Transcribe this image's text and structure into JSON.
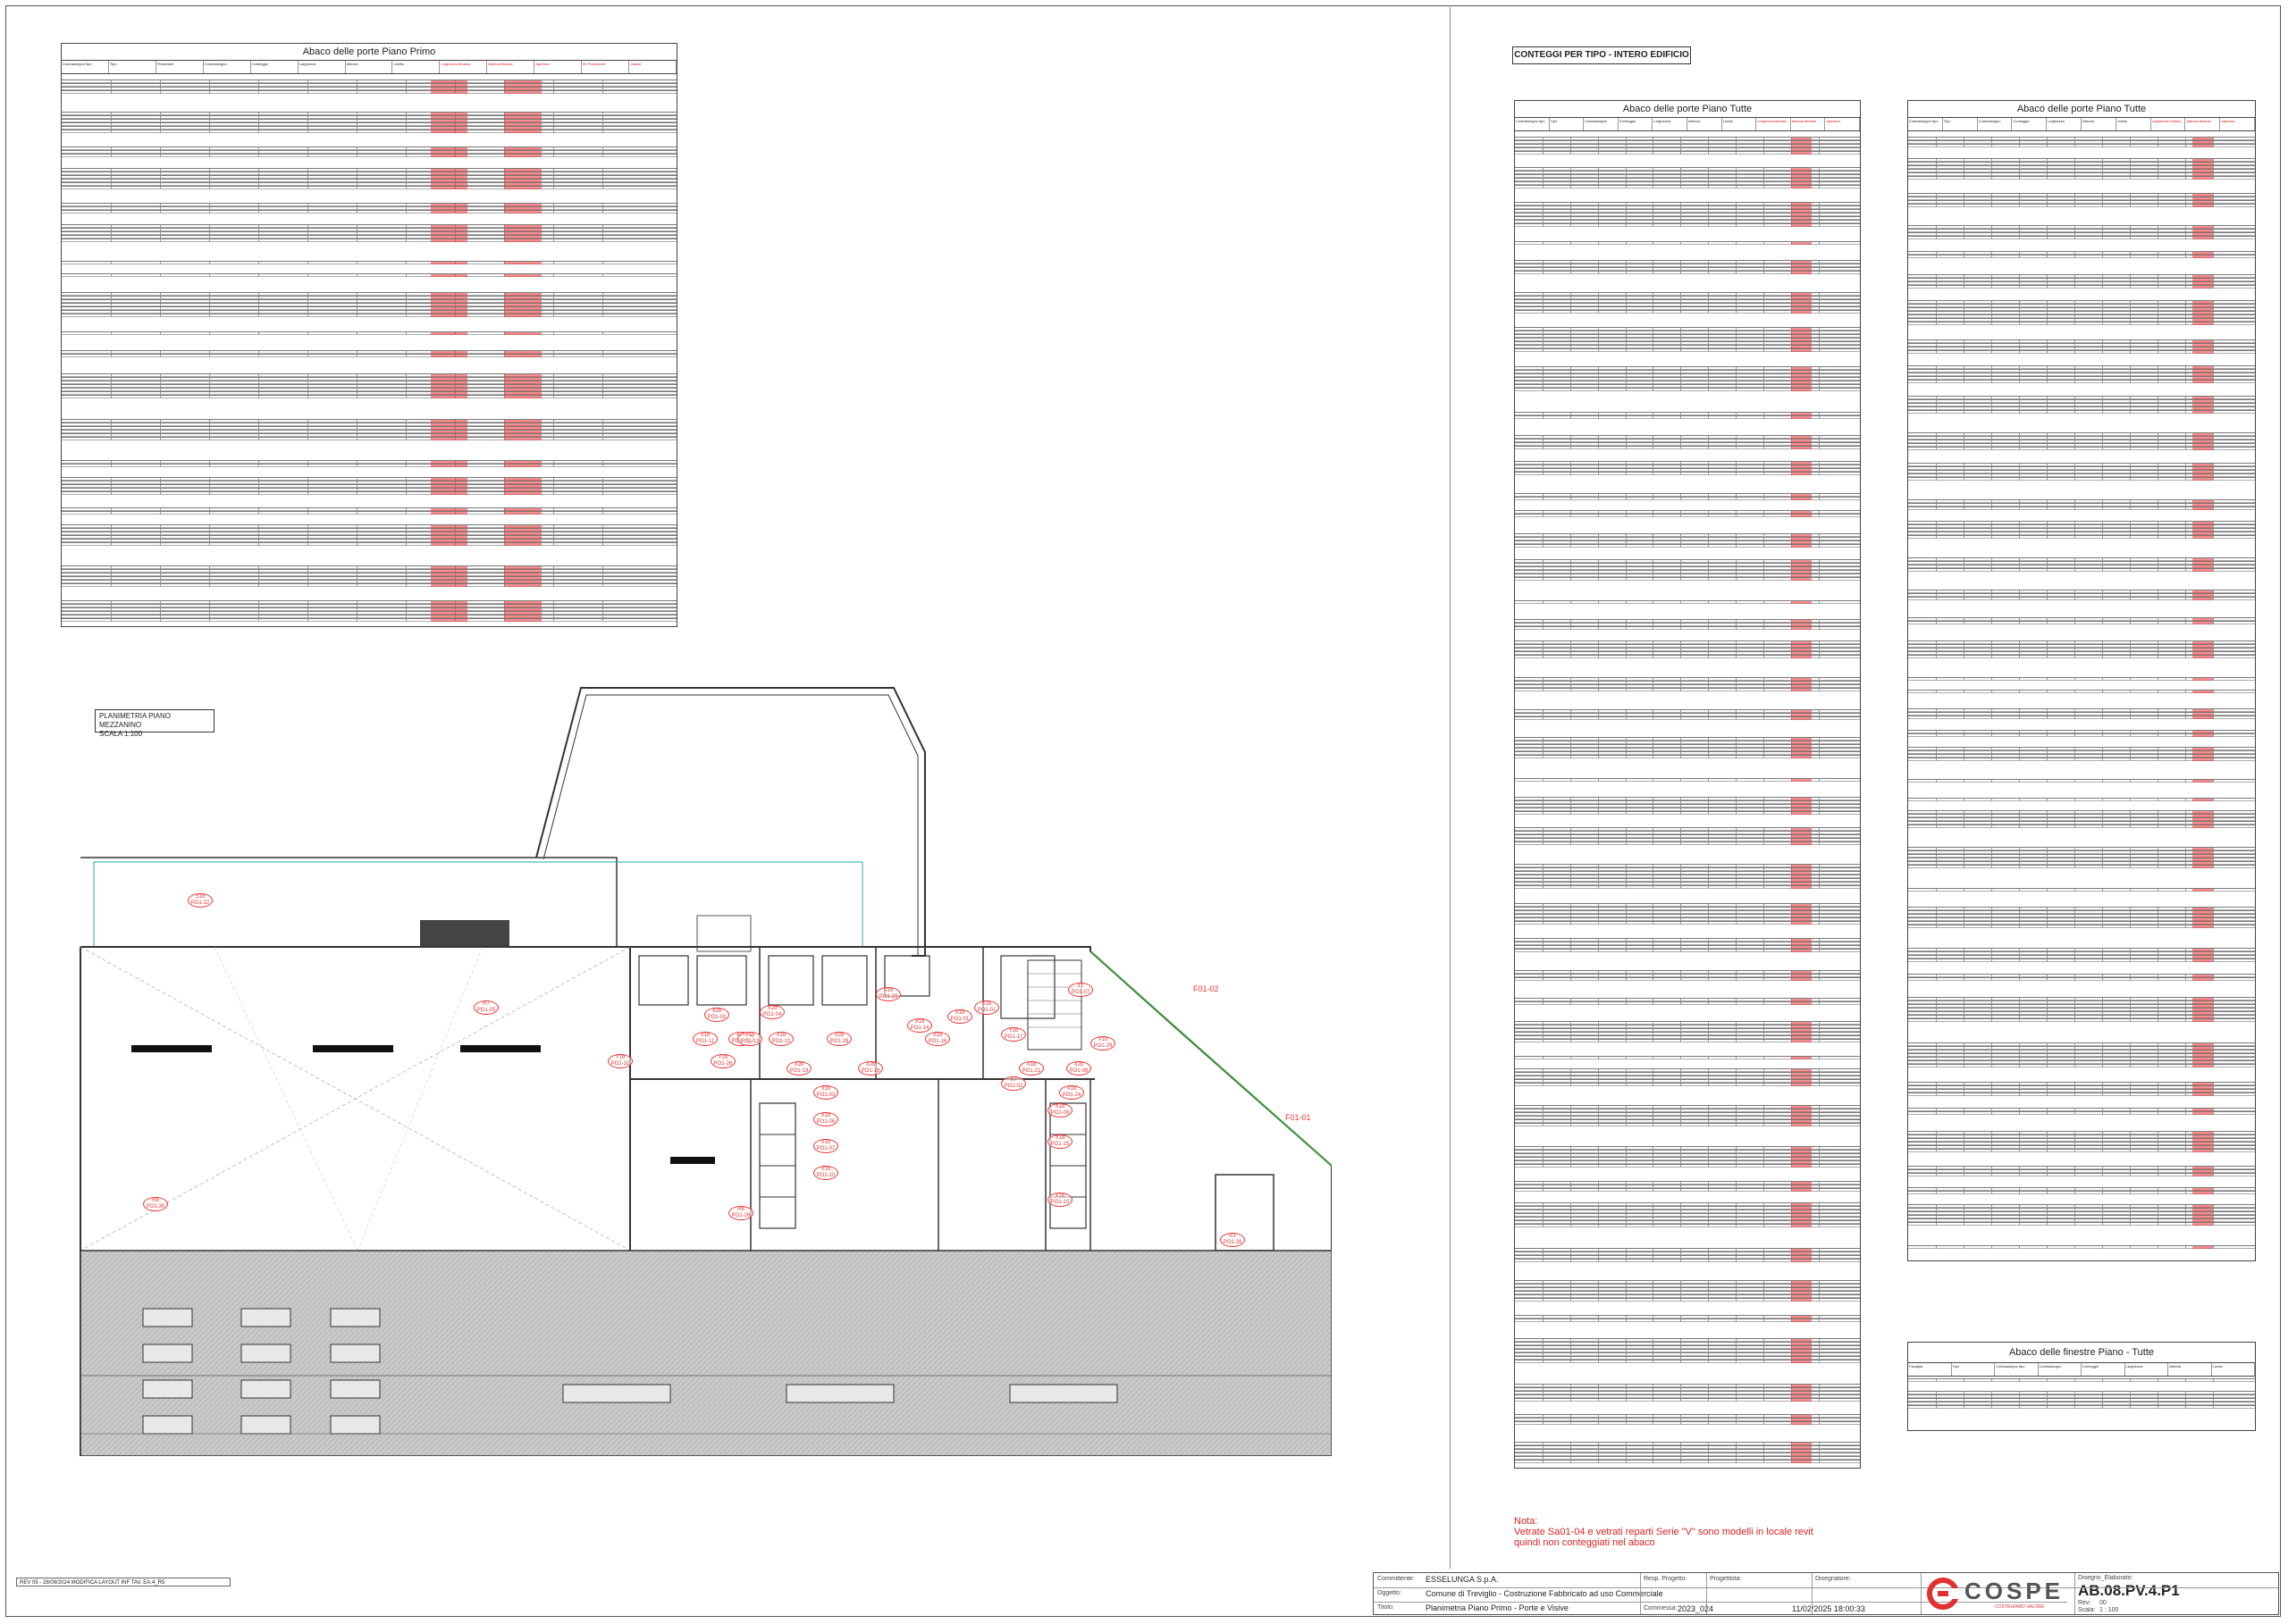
{
  "sheet": {
    "schedule_primo_title": "Abaco delle porte Piano Primo",
    "schedule_tutte_title_left": "Abaco delle porte Piano Tutte",
    "schedule_tutte_title_right": "Abaco delle porte Piano Tutte",
    "schedule_finestre_title": "Abaco delle finestre Piano - Tutte",
    "conteggi_heading": "CONTEGGI PER TIPO -  INTERO EDIFICIO",
    "plan_title_line1": "PLANIMETRIA PIANO MEZZANINO",
    "plan_title_line2": "SCALA 1:100"
  },
  "schedule_headers": {
    "primo": [
      "Contrassegno tipo",
      "Tipo",
      "Produttore",
      "Contrassegno",
      "Conteggio",
      "Larghezza",
      "Altezza",
      "Livello",
      "Larghezza Modulo",
      "Altezza Modulo",
      "Apertura",
      "Bl. Protezione",
      "Classe"
    ],
    "tutte": [
      "Contrassegno tipo",
      "Tipo",
      "Contrassegno",
      "Conteggio",
      "Larghezza",
      "Altezza",
      "Livello",
      "Larghezza Modulo",
      "Altezza Modulo",
      "Apertura"
    ],
    "finestre": [
      "Famiglia",
      "Tipo",
      "Contrassegno tipo",
      "Contrassegno",
      "Conteggio",
      "Larghezza",
      "Altezza",
      "Livello"
    ]
  },
  "note": {
    "label": "Nota:",
    "text": "Vetrate Sa01-04  e vetrati reparti Serie \"V\" sono modelli in locale revit quindi non conteggiati nel abaco"
  },
  "plan_tags": [
    {
      "top": "X1b",
      "bottom": "PO1-01"
    },
    {
      "top": "X1b",
      "bottom": "PO1-01"
    },
    {
      "top": "X2b",
      "bottom": "PO1-02"
    },
    {
      "top": "X1b",
      "bottom": "PO1-11"
    },
    {
      "top": "X2c",
      "bottom": "PO1-05"
    },
    {
      "top": "X2b",
      "bottom": "PO1-04"
    },
    {
      "top": "X1b",
      "bottom": "PO1-13"
    },
    {
      "top": "X1b",
      "bottom": "PO1-12"
    },
    {
      "top": "X1b",
      "bottom": "PO1-14"
    },
    {
      "top": "X1b",
      "bottom": "PO1-16"
    },
    {
      "top": "Y1b",
      "bottom": "PO1-31"
    },
    {
      "top": "Y2b",
      "bottom": "PO1-26"
    },
    {
      "top": "X2b",
      "bottom": "PO1-19"
    },
    {
      "top": "X2b",
      "bottom": "PO1-18"
    },
    {
      "top": "X2b",
      "bottom": "PO1-28"
    },
    {
      "top": "X1b",
      "bottom": "PO1-21"
    },
    {
      "top": "Y1b",
      "bottom": "PO1-17"
    },
    {
      "top": "X2b",
      "bottom": "PO1-08"
    },
    {
      "top": "X1b",
      "bottom": "PO1-29"
    },
    {
      "top": "X1b",
      "bottom": "PO1-24"
    },
    {
      "top": "X1b",
      "bottom": "PO1-09"
    },
    {
      "top": "X1b",
      "bottom": "PO1-03"
    },
    {
      "top": "X1b",
      "bottom": "PO1-06"
    },
    {
      "top": "X1b",
      "bottom": "PO1-07"
    },
    {
      "top": "X1b",
      "bottom": "PO1-10"
    },
    {
      "top": "X1b",
      "bottom": "PO1-15"
    },
    {
      "top": "X1b",
      "bottom": "PO1-10"
    },
    {
      "top": "R8",
      "bottom": "PO1-30"
    },
    {
      "top": "R8",
      "bottom": "PO1-26"
    },
    {
      "top": "R1",
      "bottom": "PO1-28"
    },
    {
      "top": "S1b",
      "bottom": "PO1-22"
    },
    {
      "top": "Y7",
      "bottom": "PO1-07"
    },
    {
      "top": "X1b",
      "bottom": "PO1-23"
    },
    {
      "top": "R7",
      "bottom": "PO1-25"
    },
    {
      "top": "X7",
      "bottom": "PO1-02"
    }
  ],
  "plan_red_labels": [
    "F01-02",
    "F01-01"
  ],
  "revision": {
    "text": "REV 05 - 28/09/2024        MODIFICA LAYOUT INF TAV. EA.4_R5"
  },
  "title_block": {
    "committente_label": "Committente:",
    "committente": "ESSELUNGA S.p.A.",
    "oggetto_label": "Oggetto:",
    "oggetto": "Comune di Treviglio - Costruzione Fabbricato ad uso Commerciale",
    "titolo_label": "Titolo:",
    "titolo": "Planimetria Piano Primo - Porte e Visive",
    "resp_label": "Resp. Progetto:",
    "progettista_label": "Progettista:",
    "disegnatore_label": "Disegnatore:",
    "commessa_label": "Commessa:",
    "commessa": "2023_024",
    "datetime": "11/02/2025 18:00:33",
    "disegno_label": "Disegno_Elaborato:",
    "disegno": "AB.08.PV.4.P1",
    "rev_label": "Rev:",
    "rev": "00",
    "scala_label": "Scala:",
    "scala": "1 : 100",
    "logo_text": "COSPE",
    "logo_sub": "COSTRUIAMO VALORE"
  },
  "colors": {
    "red": "#e33333",
    "line": "#333333",
    "hatch": "#b5b5b5"
  }
}
